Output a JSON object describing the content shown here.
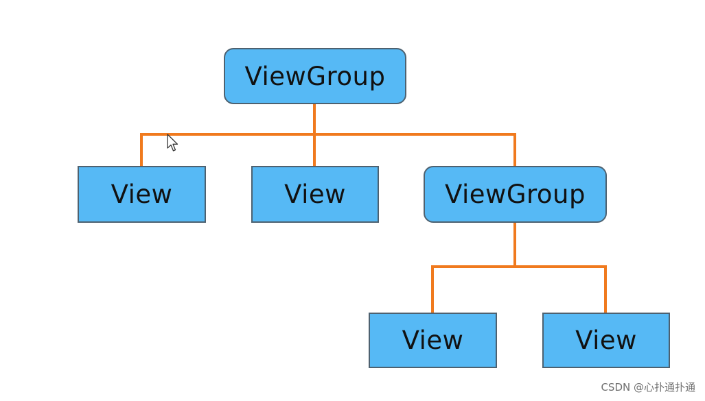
{
  "diagram": {
    "type": "tree",
    "nodes": {
      "root": {
        "label": "ViewGroup",
        "kind": "group"
      },
      "view_1": {
        "label": "View",
        "kind": "leaf"
      },
      "view_2": {
        "label": "View",
        "kind": "leaf"
      },
      "sub_group": {
        "label": "ViewGroup",
        "kind": "group"
      },
      "view_3": {
        "label": "View",
        "kind": "leaf"
      },
      "view_4": {
        "label": "View",
        "kind": "leaf"
      }
    },
    "edges": [
      [
        "root",
        "view_1"
      ],
      [
        "root",
        "view_2"
      ],
      [
        "root",
        "sub_group"
      ],
      [
        "sub_group",
        "view_3"
      ],
      [
        "sub_group",
        "view_4"
      ]
    ]
  },
  "colors": {
    "node_fill": "#56b9f5",
    "node_border": "#4d6170",
    "connector": "#f07a1e",
    "text": "#111111"
  },
  "icons": {
    "cursor": "mouse-pointer-icon"
  },
  "watermark": "CSDN @心扑通扑通"
}
